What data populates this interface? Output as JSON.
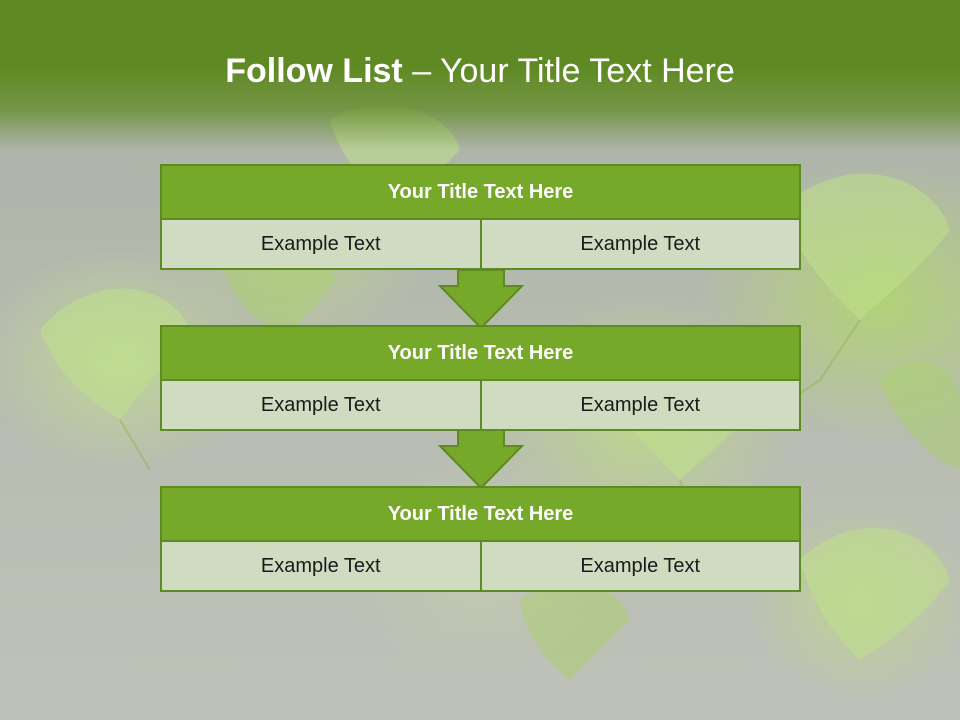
{
  "slide": {
    "title_strong": "Follow List",
    "title_rest": " – Your Title Text Here"
  },
  "steps": [
    {
      "title": "Your Title Text Here",
      "left": "Example Text",
      "right": "Example Text"
    },
    {
      "title": "Your Title Text Here",
      "left": "Example Text",
      "right": "Example Text"
    },
    {
      "title": "Your Title Text Here",
      "left": "Example Text",
      "right": "Example Text"
    }
  ],
  "colors": {
    "header": "#5f8a23",
    "panel_title": "#76a82a",
    "panel_cell": "#cfdcc2",
    "border": "#5e8a22"
  }
}
